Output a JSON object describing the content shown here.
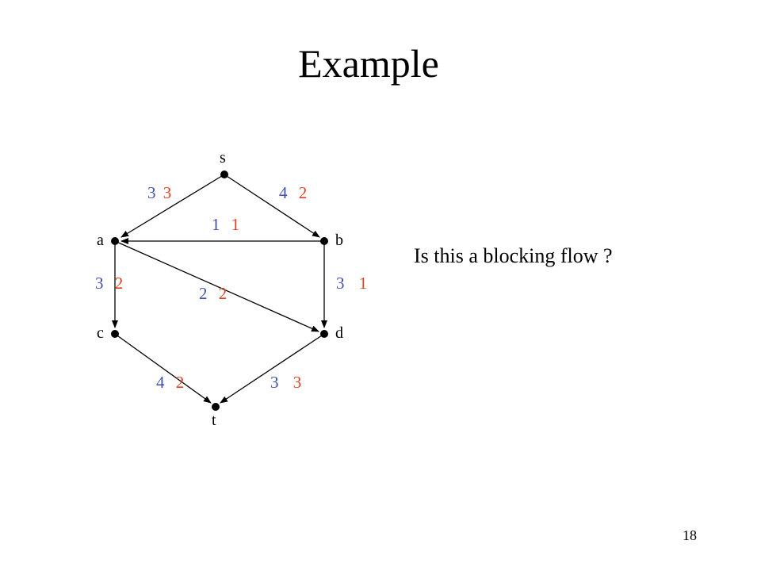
{
  "title": "Example",
  "question": "Is this a blocking flow ?",
  "page_number": "18",
  "colors": {
    "capacity": "#3f4fb2",
    "flow": "#e0421f",
    "line": "#000000"
  },
  "nodes": {
    "s": "s",
    "a": "a",
    "b": "b",
    "c": "c",
    "d": "d",
    "t": "t"
  },
  "edges": {
    "s_a": {
      "capacity": "3",
      "flow": "3"
    },
    "s_b": {
      "capacity": "4",
      "flow": "2"
    },
    "b_a": {
      "capacity": "1",
      "flow": "1"
    },
    "a_c": {
      "capacity": "3",
      "flow": "2"
    },
    "a_d": {
      "capacity": "2",
      "flow": "2"
    },
    "b_d": {
      "capacity": "3",
      "flow": "1"
    },
    "c_t": {
      "capacity": "4",
      "flow": "2"
    },
    "d_t": {
      "capacity": "3",
      "flow": "3"
    }
  }
}
